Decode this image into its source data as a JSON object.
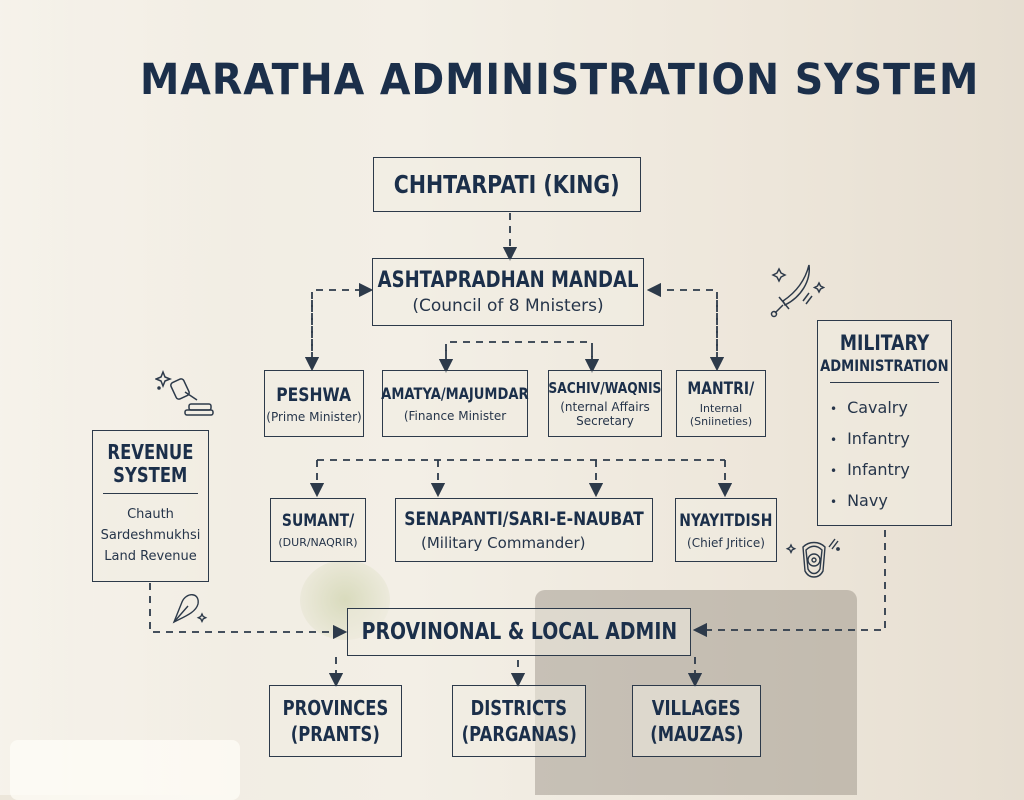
{
  "title": "MARATHA ADMINISTRATION SYSTEM",
  "nodes": {
    "king": {
      "title": "CHHTARPATI (KING)"
    },
    "council": {
      "title": "ASHTAPRADHAN MANDAL",
      "subtitle": "(Council of 8 Mnisters)"
    },
    "peshwa": {
      "title": "PESHWA",
      "subtitle": "(Prime Minister)"
    },
    "amatya": {
      "title": "AMATYA/MAJUMDAR",
      "subtitle": "(Finance Minister"
    },
    "sachiv": {
      "title": "SACHIV/WAQNIS",
      "subtitle_line1": "(nternal Affairs",
      "subtitle_line2": "Secretary"
    },
    "mantri": {
      "title": "MANTRI/",
      "subtitle_line1": "Internal",
      "subtitle_line2": "(Sniineties)"
    },
    "sumant": {
      "title": "SUMANT/",
      "subtitle": "(DUR/NAQRIR)"
    },
    "senapati": {
      "title": "SENAPANTI/SARI-E-NAUBAT",
      "subtitle": "(Military Commander)"
    },
    "nyayadhish": {
      "title": "NYAYITDISH",
      "subtitle": "(Chief Jritice)"
    },
    "revenue": {
      "title_line1": "REVENUE",
      "title_line2": "SYSTEM",
      "items": [
        "Chauth",
        "Sardeshmukhsi",
        "Land Revenue"
      ]
    },
    "military": {
      "title_line1": "MILITARY",
      "title_line2": "ADMINISTRATION",
      "items": [
        "Cavalry",
        "Infantry",
        "Infantry",
        "Navy"
      ]
    },
    "local": {
      "title": "PROVINONAL & LOCAL ADMIN"
    },
    "provinces": {
      "title_line1": "PROVINCES",
      "title_line2": "(PRANTS)"
    },
    "districts": {
      "title_line1": "DISTRICTS",
      "title_line2": "(PARGANAS)"
    },
    "villages": {
      "title_line1": "VILLAGES",
      "title_line2": "(MAUZAS)"
    }
  },
  "icons": [
    "gavel-icon",
    "sword-icon",
    "quill-pen-icon",
    "shield-icon"
  ],
  "colors": {
    "ink": "#1b2f4a",
    "background": "#f1ece2"
  }
}
